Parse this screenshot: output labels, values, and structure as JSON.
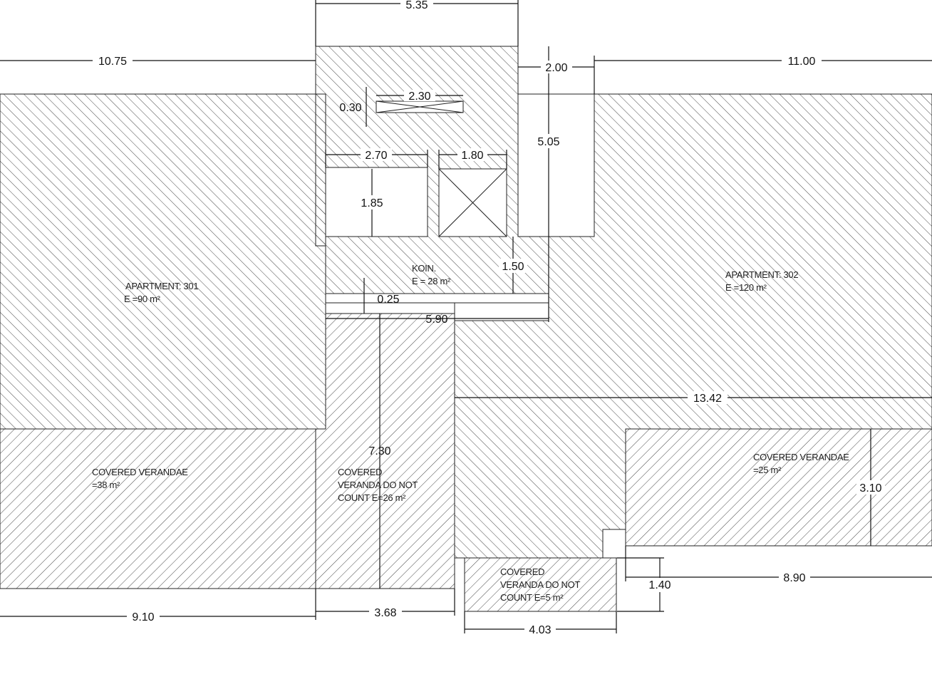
{
  "dimensions": {
    "top_5_35": "5.35",
    "left_10_75": "10.75",
    "right_11_00": "11.00",
    "gap_2_00": "2.00",
    "slot_2_30": "2.30",
    "slot_0_30": "0.30",
    "room_2_70": "2.70",
    "lift_1_80": "1.80",
    "room_1_85": "1.85",
    "shaft_5_05": "5.05",
    "step_1_50": "1.50",
    "wall_0_25": "0.25",
    "corridor_5_90": "5.90",
    "length_13_42": "13.42",
    "veranda_7_30": "7.30",
    "right_3_10": "3.10",
    "bottom_1_40": "1.40",
    "bottom_8_90": "8.90",
    "bottom_9_10": "9.10",
    "bottom_3_68": "3.68",
    "bottom_4_03": "4.03"
  },
  "labels": {
    "apt301": {
      "line1": "APARTMENT: 301",
      "line2": "E =90 m²"
    },
    "apt302": {
      "line1": "APARTMENT: 302",
      "line2": "E =120 m²"
    },
    "koin": {
      "line1": "KOIN.",
      "line2": "E = 28 m²"
    },
    "veranda_left": {
      "line1": "COVERED VERANDAE",
      "line2": "=38 m²"
    },
    "veranda_right": {
      "line1": "COVERED VERANDAE",
      "line2": "=25 m²"
    },
    "veranda_mid": {
      "line1": "COVERED",
      "line2": "VERANDA DO NOT",
      "line3": "COUNT E=26 m²"
    },
    "veranda_small": {
      "line1": "COVERED",
      "line2": "VERANDA DO NOT",
      "line3": "COUNT E=5 m²"
    }
  }
}
